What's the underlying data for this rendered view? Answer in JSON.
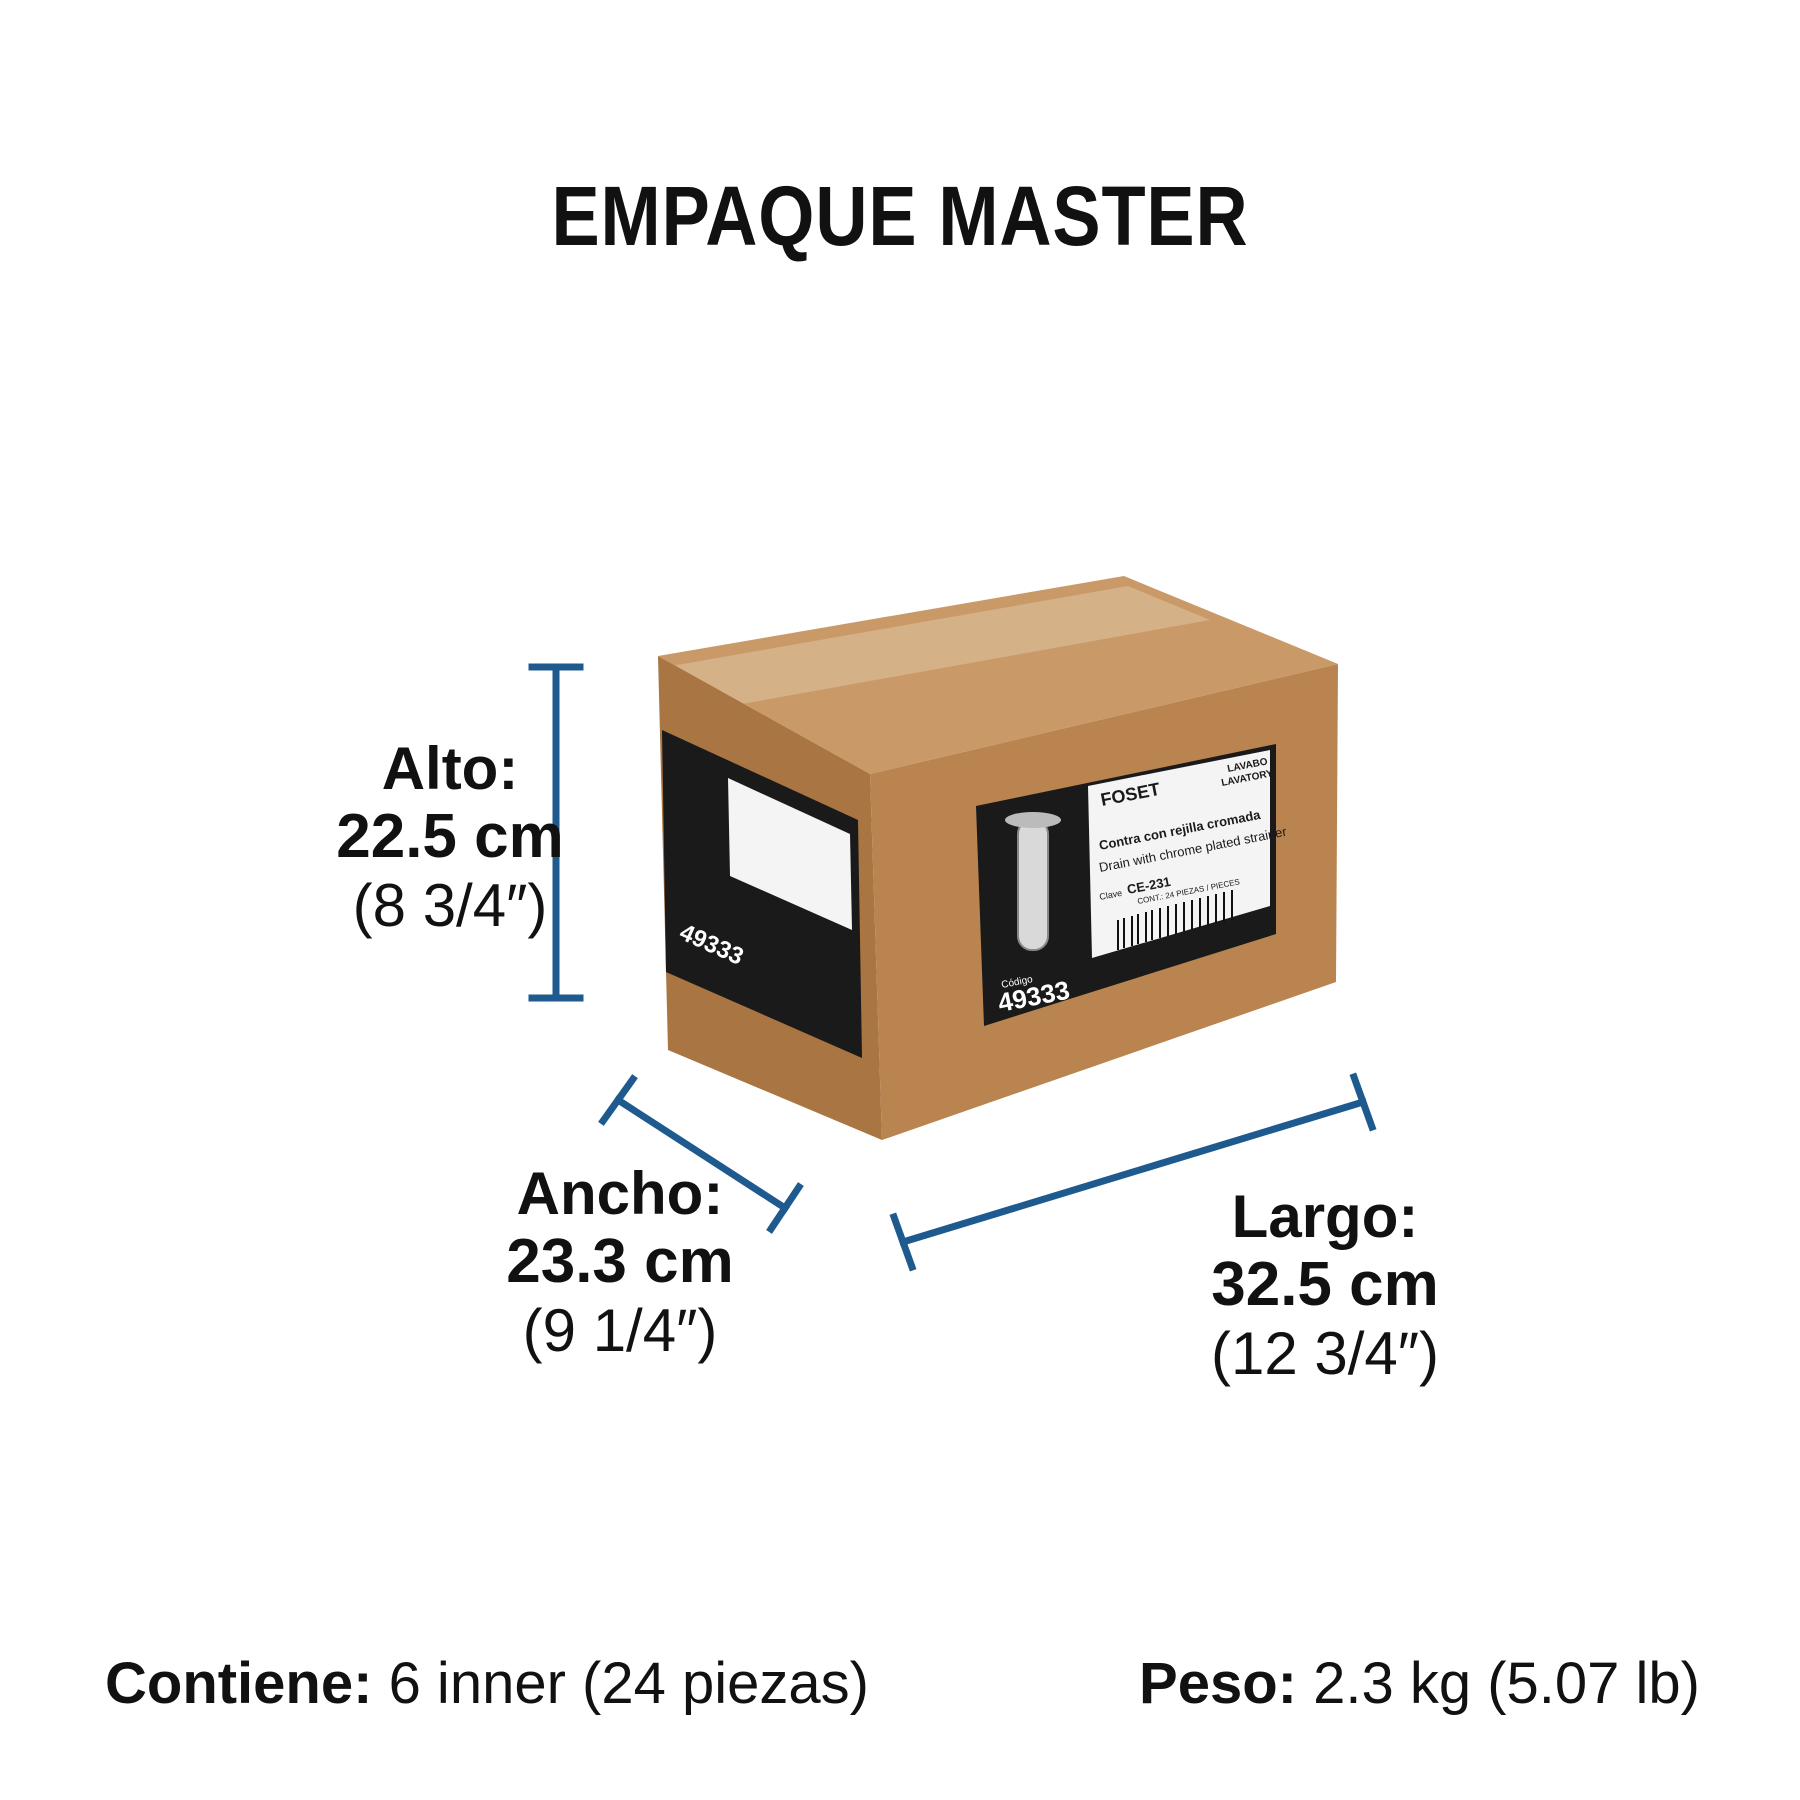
{
  "title": "EMPAQUE MASTER",
  "dimensions": {
    "alto": {
      "label": "Alto:",
      "cm": "22.5 cm",
      "inches": "(8 3/4″)"
    },
    "ancho": {
      "label": "Ancho:",
      "cm": "23.3 cm",
      "inches": "(9 1/4″)"
    },
    "largo": {
      "label": "Largo:",
      "cm": "32.5 cm",
      "inches": "(12 3/4″)"
    }
  },
  "footer": {
    "contains_label": "Contiene:",
    "contains_value": "6 inner (24 piezas)",
    "weight_label": "Peso:",
    "weight_value": "2.3 kg (5.07 lb)"
  },
  "box_label": {
    "brand": "FOSET",
    "category": "LAVABO",
    "category_en": "LAVATORY",
    "product_es": "Contra con rejilla cromada",
    "product_en": "Drain with chrome plated strainer",
    "clave_label": "Clave",
    "clave": "CE-231",
    "contents": "CONT.: 24 PIEZAS / PIECES",
    "codigo_label": "Código",
    "codigo": "49333"
  },
  "colors": {
    "dimension_line": "#1f5a8f",
    "cardboard_front": "#b9844f",
    "cardboard_side": "#a97543",
    "cardboard_top": "#c99a68",
    "label_black": "#1a1a1a"
  }
}
